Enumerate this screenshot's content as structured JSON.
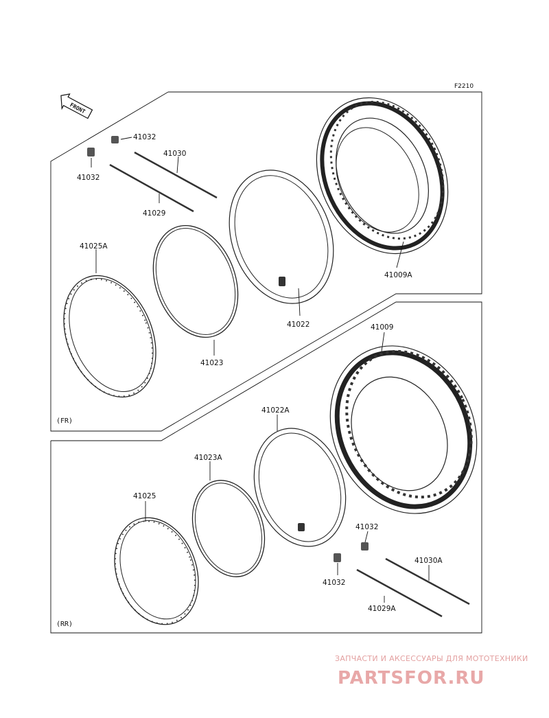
{
  "diagram": {
    "code": "F2210",
    "front_label": "FRONT",
    "front_section": "(FR)",
    "rear_section": "(RR)",
    "parts": {
      "p41032_a": "41032",
      "p41032_b": "41032",
      "p41030": "41030",
      "p41029": "41029",
      "p41025A": "41025A",
      "p41009A": "41009A",
      "p41022": "41022",
      "p41023": "41023",
      "p41009": "41009",
      "p41022A": "41022A",
      "p41023A": "41023A",
      "p41025": "41025",
      "p41032_c": "41032",
      "p41030A": "41030A",
      "p41032_d": "41032",
      "p41029A": "41029A"
    }
  },
  "watermark": {
    "tagline": "ЗАПЧАСТИ И АКСЕССУАРЫ ДЛЯ МОТОТЕХНИКИ",
    "logo": "PARTSFOR.RU"
  }
}
